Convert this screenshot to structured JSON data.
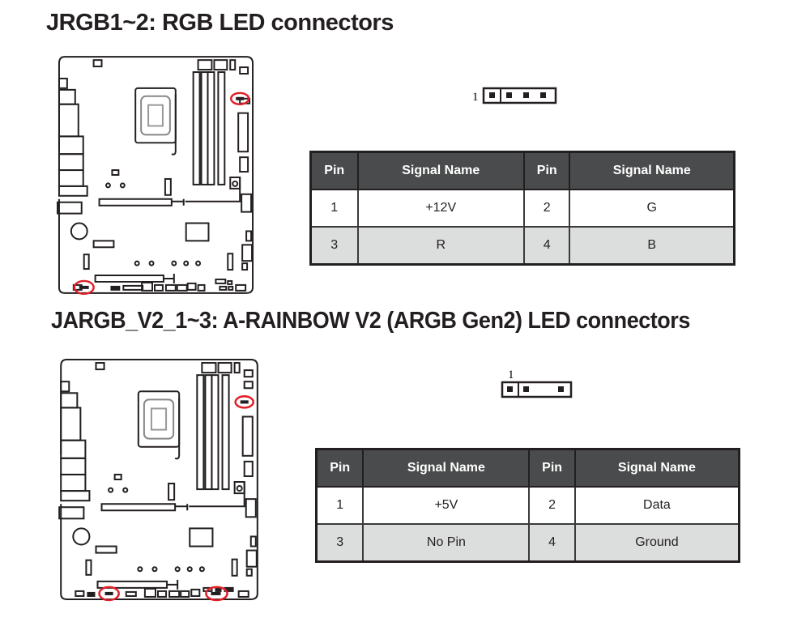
{
  "sections": [
    {
      "heading": "JRGB1~2: RGB LED connectors",
      "pin_header": {
        "pin1_label": "1",
        "pin_count": 4,
        "missing_pins": []
      },
      "table": {
        "headers": [
          "Pin",
          "Signal Name",
          "Pin",
          "Signal Name"
        ],
        "rows": [
          [
            "1",
            "+12V",
            "2",
            "G"
          ],
          [
            "3",
            "R",
            "4",
            "B"
          ]
        ]
      },
      "highlighted_connectors": 2
    },
    {
      "heading": "JARGB_V2_1~3: A-RAINBOW V2 (ARGB Gen2) LED connectors",
      "pin_header": {
        "pin1_label": "1",
        "pin_count": 4,
        "missing_pins": [
          3
        ]
      },
      "table": {
        "headers": [
          "Pin",
          "Signal Name",
          "Pin",
          "Signal Name"
        ],
        "rows": [
          [
            "1",
            "+5V",
            "2",
            "Data"
          ],
          [
            "3",
            "No Pin",
            "4",
            "Ground"
          ]
        ]
      },
      "highlighted_connectors": 3
    }
  ],
  "colors": {
    "text": "#231f20",
    "header_bg": "#4a4b4c",
    "row_alt_bg": "#dcdddd",
    "highlight_ring": "#e0202a"
  }
}
